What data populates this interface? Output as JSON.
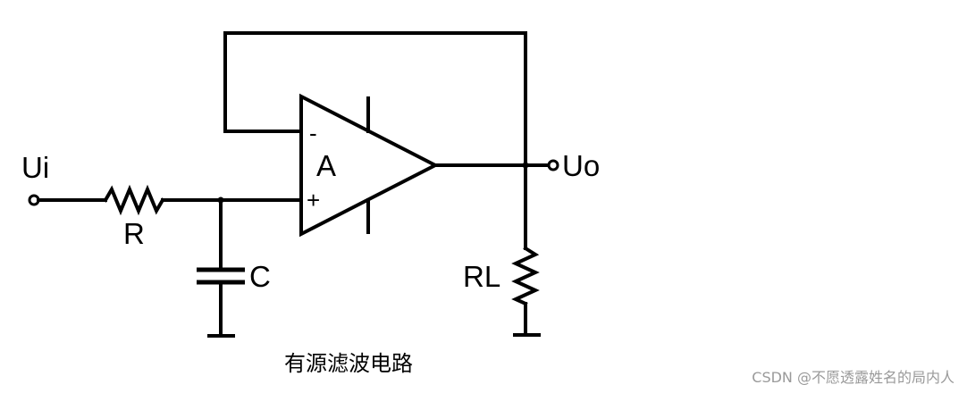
{
  "diagram": {
    "labels": {
      "input": "Ui",
      "output": "Uo",
      "resistor": "R",
      "capacitor": "C",
      "load": "RL",
      "amplifier": "A",
      "inverting": "-",
      "noninverting": "+"
    },
    "caption": "有源滤波电路",
    "watermark": "CSDN @不愿透露姓名的局内人"
  }
}
